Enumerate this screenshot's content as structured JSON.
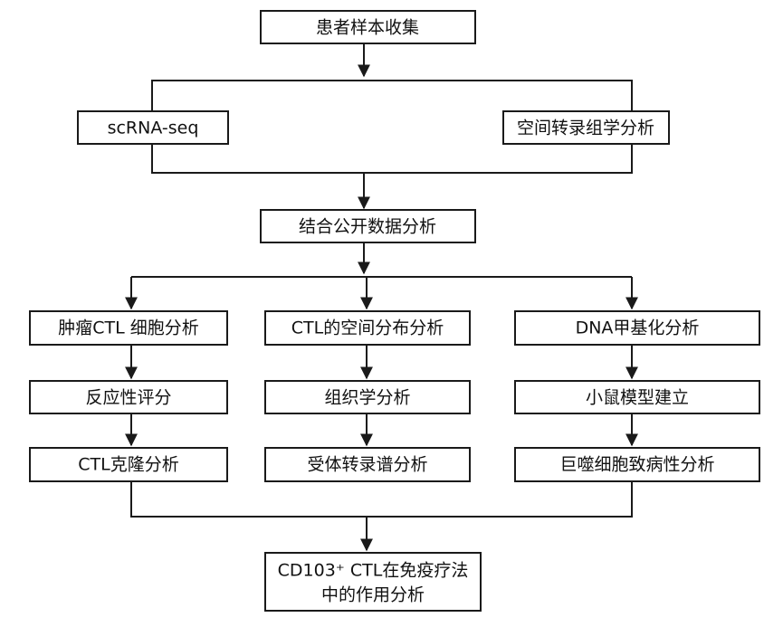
{
  "nodes": {
    "collect": "患者样本收集",
    "scrna": "scRNA-seq",
    "spatial": "空间转录组学分析",
    "public": "结合公开数据分析",
    "ctl_cell": "肿瘤CTL 细胞分析",
    "ctl_spatial": "CTL的空间分布分析",
    "dna": "DNA甲基化分析",
    "response": "反应性评分",
    "histo": "组织学分析",
    "mouse": "小鼠模型建立",
    "clone": "CTL克隆分析",
    "receptor": "受体转录谱分析",
    "macrophage": "巨噬细胞致病性分析",
    "final_line1": "CD103⁺ CTL在免疫疗法",
    "final_line2": "中的作用分析"
  }
}
